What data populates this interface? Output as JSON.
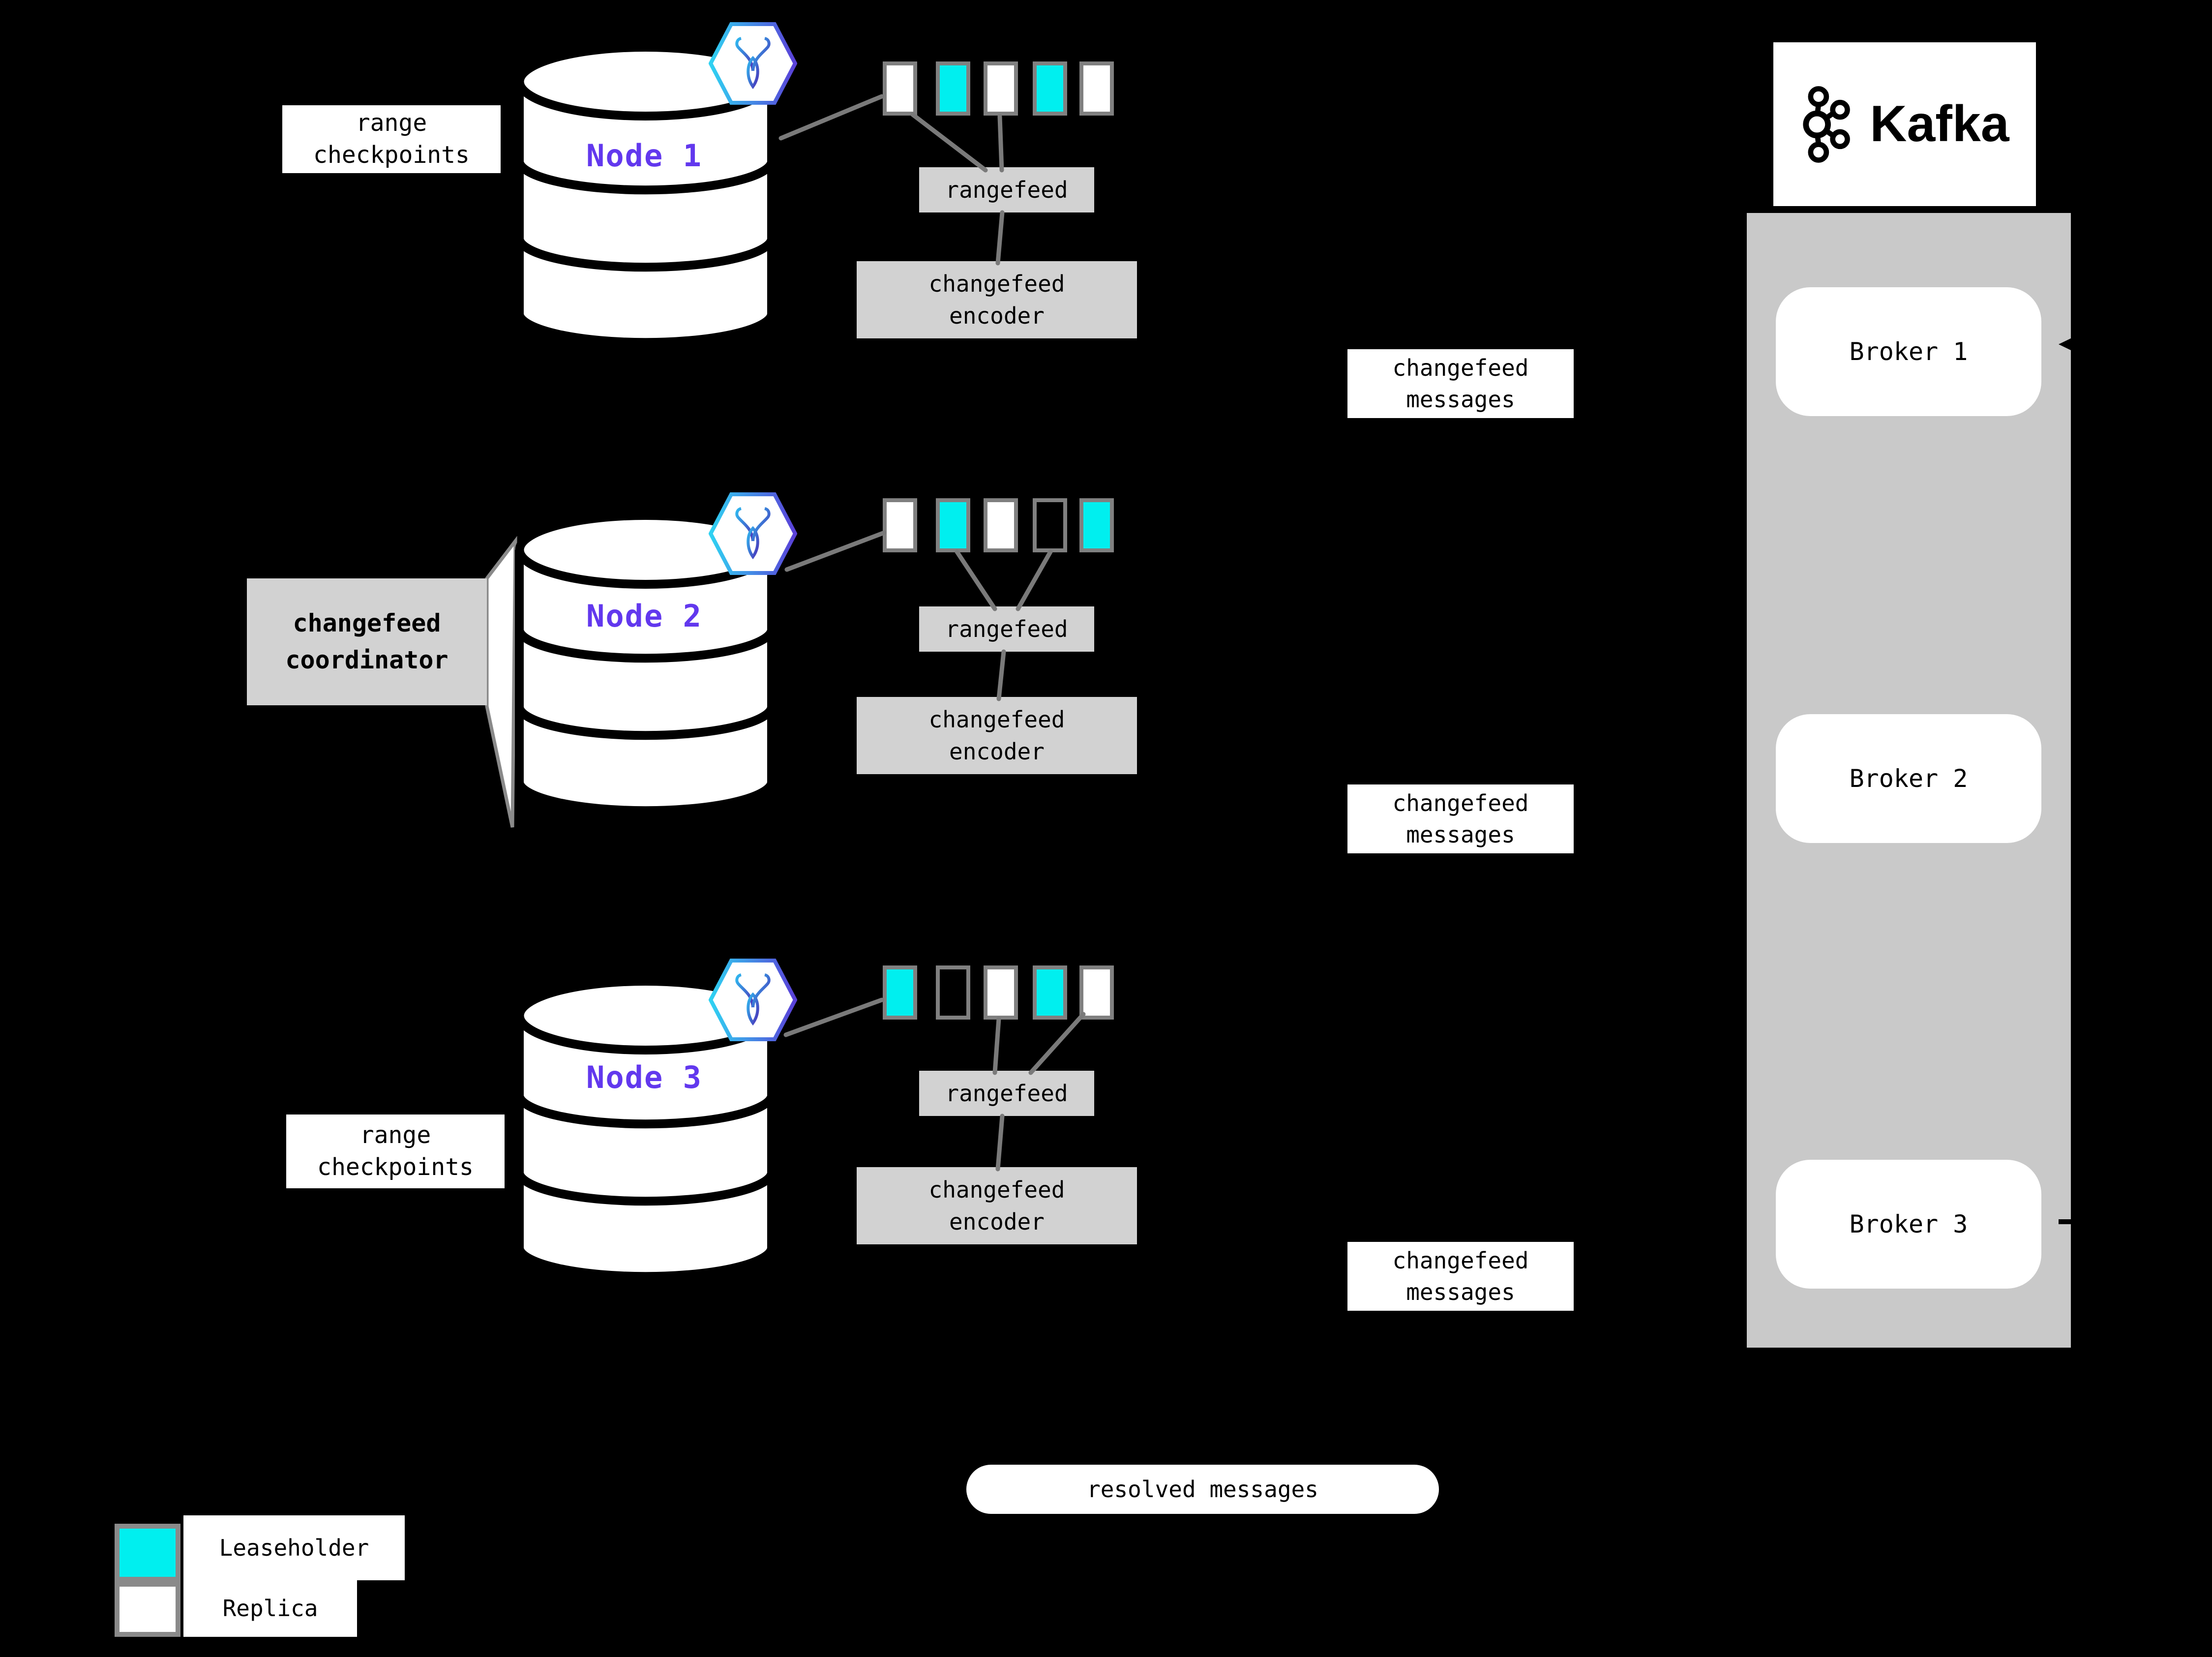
{
  "colors": {
    "background": "#000000",
    "leaseholder_fill": "#00efef",
    "replica_fill": "#ffffff",
    "range_border": "#808080",
    "connector_gray": "#7a7a7a",
    "panel_gray": "#d2d2d2",
    "kafka_container_gray": "#c9c9c9",
    "node_label_purple": "#6238ee"
  },
  "labels": {
    "range_checkpoints": "range\ncheckpoints",
    "rangefeed": "rangefeed",
    "changefeed_encoder": "changefeed\nencoder",
    "changefeed_messages": "changefeed\nmessages",
    "changefeed_coordinator": "changefeed\ncoordinator",
    "resolved_messages": "resolved messages"
  },
  "nodes": [
    {
      "label": "Node 1",
      "ranges": [
        "replica",
        "leaseholder",
        "replica",
        "leaseholder",
        "replica"
      ]
    },
    {
      "label": "Node 2",
      "ranges": [
        "replica",
        "leaseholder",
        "replica",
        "empty",
        "leaseholder"
      ]
    },
    {
      "label": "Node 3",
      "ranges": [
        "leaseholder",
        "empty",
        "replica",
        "leaseholder",
        "replica"
      ]
    }
  ],
  "kafka": {
    "brand": "Kafka",
    "brokers": [
      {
        "label": "Broker 1"
      },
      {
        "label": "Broker 2"
      },
      {
        "label": "Broker 3"
      }
    ]
  },
  "legend": [
    {
      "type": "leaseholder",
      "label": "Leaseholder"
    },
    {
      "type": "replica",
      "label": "Replica"
    }
  ]
}
